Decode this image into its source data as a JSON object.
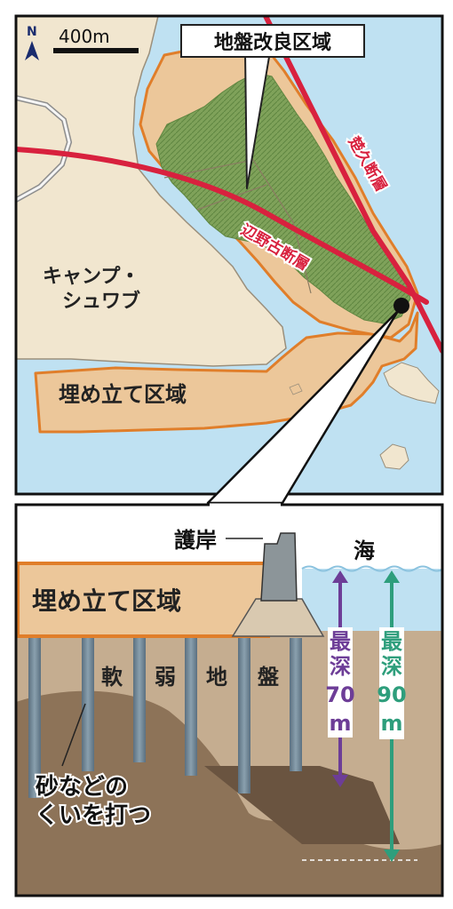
{
  "map": {
    "north": "N",
    "scale": "400m",
    "callout": "地盤改良区域",
    "faults": [
      "楚久断層",
      "辺野古断層"
    ],
    "base_lines": [
      "キャンプ・",
      "シュワブ"
    ],
    "landfill": "埋め立て区域"
  },
  "section": {
    "seawall": "護岸",
    "sea": "海",
    "landfill": "埋め立て区域",
    "soft_ground": [
      "軟",
      "弱",
      "地",
      "盤"
    ],
    "depth70": [
      "最",
      "深",
      "70",
      "m"
    ],
    "depth90": [
      "最",
      "深",
      "90",
      "m"
    ],
    "piles_lines": [
      "砂などの",
      "くいを打つ"
    ]
  },
  "colors": {
    "sea": "#bfe1f2",
    "land": "#f1e6cf",
    "improve": "#ecc79a",
    "green": "#7fa25a",
    "fault": "#d8213e",
    "landfill_orange": "#e07e2a",
    "purple": "#6d3d97",
    "teal": "#2e9e7c"
  }
}
